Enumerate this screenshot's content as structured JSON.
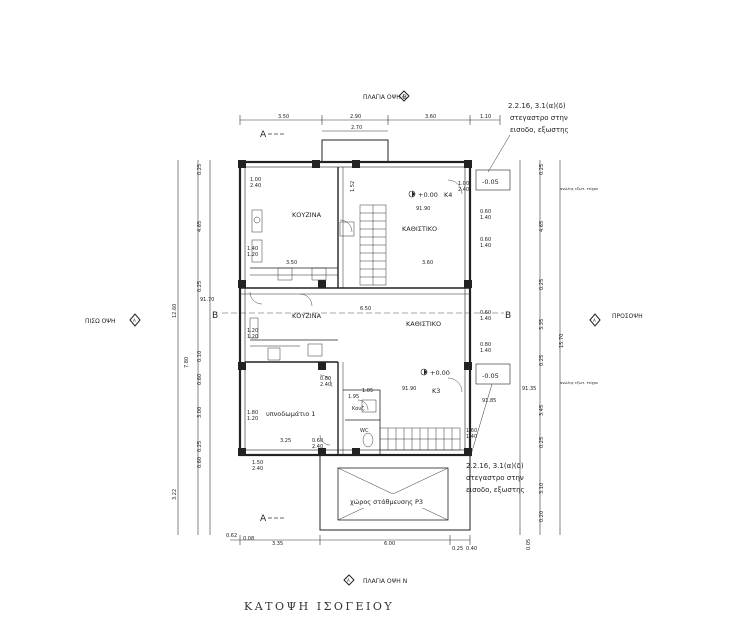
{
  "title": "ΚΑΤΟΨΗ ΙΣΟΓΕΙΟΥ",
  "facades": {
    "back": "ΠΛΑΓΙΑ ΟΨΗ Β",
    "front": "ΠΛΑΓΙΑ ΟΨΗ Ν",
    "left": "ΠΙΣΩ ΟΨΗ",
    "right": "ΠΡΟΣΟΨΗ"
  },
  "sections": {
    "a": "A",
    "b": "B"
  },
  "rooms": {
    "kitchen_top": "ΚΟΥΖΙΝΑ",
    "living_top": "ΚΑΘΙΣΤΙΚΟ",
    "kitchen_mid": "ΚΟΥΖΙΝΑ",
    "living_mid": "ΚΑΘΙΣΤΙΚΟ",
    "bedroom": "υπνοδωμάτιο 1",
    "parking": "χώρος στάθμευσης Ρ3",
    "kitchenette": "Κουζ.",
    "wc": "WC"
  },
  "units": {
    "k4": "K4",
    "k3": "K3"
  },
  "levels": {
    "k4_level": "+0.00",
    "k4_abs": "91.90",
    "k4_ext": "-0.05",
    "k3_level": "+0.00",
    "k3_abs": "91.90",
    "k3_ext": "-0.05",
    "k3_ext_abs": "91.85",
    "left_mid": "91.70",
    "right_mid": "91.35"
  },
  "notes": {
    "top_ref": "2.2.16, 3.1(α)(δ)",
    "top_line1": "στεγαστρο στην",
    "top_line2": "εισοδο, εξωστης",
    "bottom_ref": "2.2.16, 3.1(α)(δ)",
    "bottom_line1": "στεγαστρο στην",
    "bottom_line2": "εισοδο, εξωστης",
    "side_label_top": "ανώλης εξωτ. τείχου",
    "side_label_mid": "ανώλης εξωτ. τείχου"
  },
  "dims_top": [
    "3.50",
    "2.90",
    "3.60",
    "1.10"
  ],
  "dim_balcony": "2.70",
  "dims_bottom": [
    "0.62",
    "0.08",
    "3.35",
    "6.00",
    "0.25",
    "0.40"
  ],
  "dims_left": [
    "0.25",
    "4.65",
    "12.60",
    "0.25",
    "7.80",
    "0.10",
    "0.60",
    "3.00",
    "0.25",
    "0.60",
    "3.22"
  ],
  "dims_right": [
    "0.25",
    "4.65",
    "0.25",
    "3.35",
    "15.70",
    "0.25",
    "3.45",
    "0.25",
    "3.10",
    "0.20",
    "0.05"
  ],
  "dims_inner": [
    "3.50",
    "3.60",
    "6.50",
    "3.25",
    "1.95",
    "1.05",
    "1.52"
  ],
  "openings": [
    "1.00\n2.40",
    "1.40\n1.20",
    "0.60\n1.40",
    "0.60\n1.40",
    "1.20\n1.20",
    "0.60\n1.40",
    "0.80\n2.40",
    "1.00\n2.40",
    "1.80\n1.20",
    "1.60\n1.40",
    "0.80\n1.40",
    "0.60\n2.40",
    "1.50\n2.40"
  ]
}
